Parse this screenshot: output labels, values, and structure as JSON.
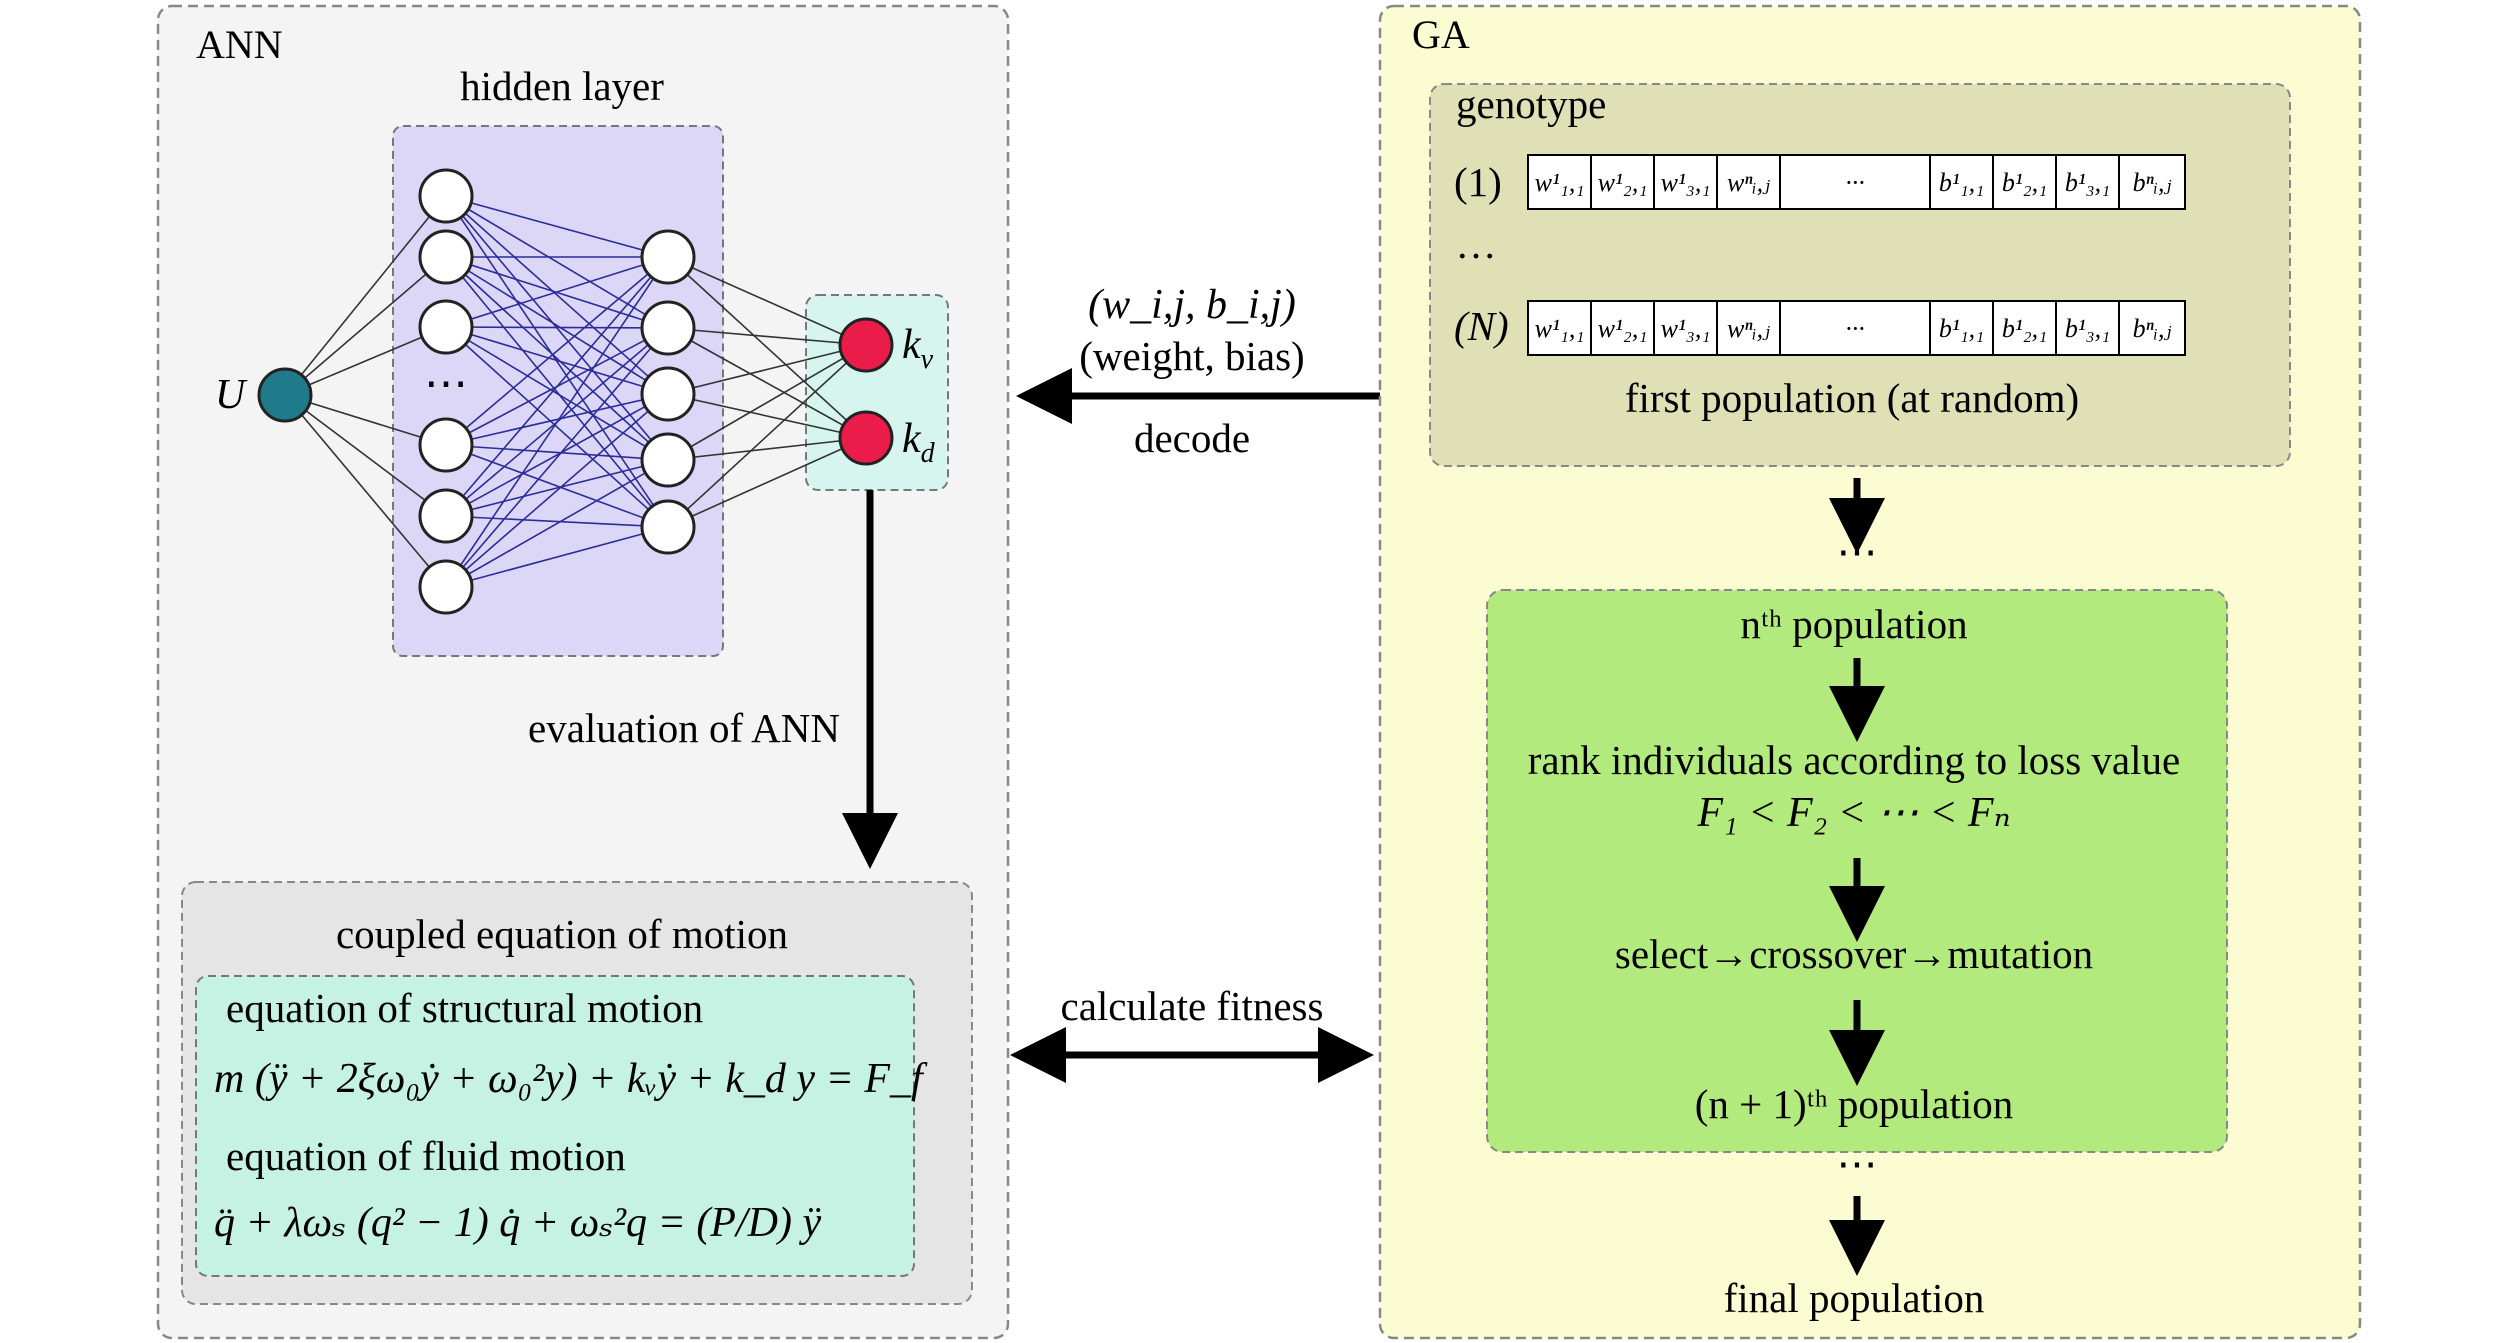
{
  "ann": {
    "title": "ANN",
    "hidden_layer_label": "hidden layer",
    "input_label": "U",
    "ellipsis": "⋯",
    "outputs": [
      "kv",
      "kd"
    ],
    "evaluation_label": "evaluation of ANN",
    "equations": {
      "title": "coupled equation of motion",
      "structural_title": "equation of structural motion",
      "structural_eq": "m (ÿ + 2ξω₀ẏ + ω₀²y) + kᵥẏ + k_d y = F_f",
      "fluid_title": "equation of fluid motion",
      "fluid_eq": "q̈ + λωₛ (q² − 1) q̇ + ωₛ²q = (P/D) ÿ"
    }
  },
  "links": {
    "decode_top": "(w_i,j, b_i,j)",
    "decode_mid": "(weight, bias)",
    "decode_bottom": "decode",
    "fitness": "calculate fitness"
  },
  "ga": {
    "title": "GA",
    "genotype": {
      "title": "genotype",
      "row1_label": "(1)",
      "rowN_label": "(N)",
      "ellipsis": "…",
      "cells": [
        "w¹₁,₁",
        "w¹₂,₁",
        "w¹₃,₁",
        "wⁿᵢ,ⱼ",
        "···",
        "b¹₁,₁",
        "b¹₂,₁",
        "b¹₃,₁",
        "bⁿᵢ,ⱼ"
      ],
      "caption": "first population (at random)"
    },
    "between_ellipsis": "⋯",
    "steps": {
      "nth_population": "nᵗʰ population",
      "rank": "rank individuals according to loss value",
      "rank_formula": "F₁ < F₂ < ⋯ < Fₙ",
      "operators": "select→crossover→mutation",
      "next_population": "(n + 1)ᵗʰ population"
    },
    "after_ellipsis": "⋯",
    "final": "final population"
  },
  "colors": {
    "ann_panel": "#f4f4f4",
    "ga_panel": "#fcfcd2",
    "hidden_layer_bg": "#dcd6f7",
    "output_bg": "#d6f5ef",
    "genotype_bg": "#dfe0b5",
    "steps_bg": "#b2ea7d",
    "equation_outer": "#e5e5e5",
    "equation_inner": "#c6f2e4",
    "input_node": "#1f7a8c",
    "output_node": "#ec1c4a",
    "edge": "#2b2d9a"
  }
}
